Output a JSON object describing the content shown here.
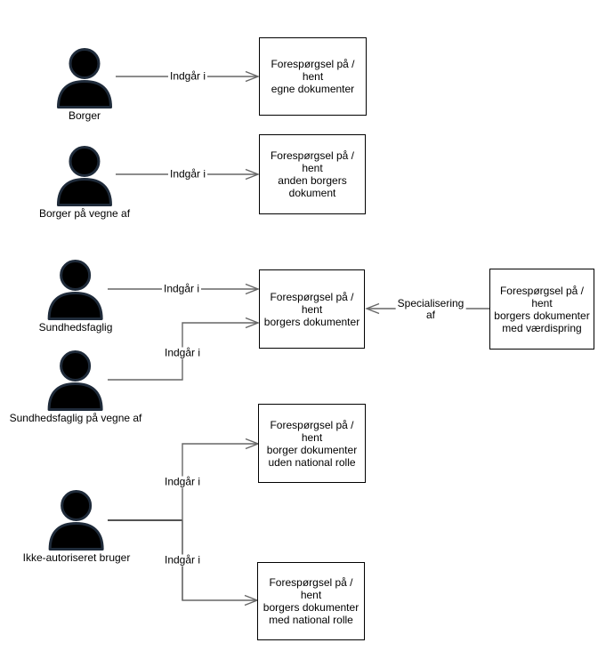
{
  "colors": {
    "background": "#ffffff",
    "connector": "#666666",
    "connector_dark": "#1a1a1a",
    "box_border": "#000000",
    "box_fill": "#ffffff",
    "actor_fill": "#000000",
    "actor_stroke": "#1f2b3a",
    "text": "#000000"
  },
  "actors": [
    {
      "label": "Borger"
    },
    {
      "label": "Borger på vegne af"
    },
    {
      "label": "Sundhedsfaglig"
    },
    {
      "label": "Sundhedsfaglig på vegne af"
    },
    {
      "label": "Ikke-autoriseret bruger"
    }
  ],
  "usecases": [
    {
      "label": "Forespørgsel på  /\nhent\negne dokumenter"
    },
    {
      "label": "Forespørgsel på  /\nhent\nanden borgers\ndokument"
    },
    {
      "label": "Forespørgsel på  /\nhent\nborgers dokumenter"
    },
    {
      "label": "Forespørgsel på /\nhent\nborger dokumenter\nuden national rolle"
    },
    {
      "label": "Forespørgsel på /\nhent\nborgers dokumenter\nmed national rolle"
    },
    {
      "label": "Forespørgsel på /\nhent\nborgers dokumenter\nmed værdispring"
    }
  ],
  "edge_labels": [
    {
      "label": "Indgår i"
    },
    {
      "label": "Indgår i"
    },
    {
      "label": "Indgår i"
    },
    {
      "label": "Indgår i"
    },
    {
      "label": "Specialisering\naf"
    },
    {
      "label": "Indgår i"
    },
    {
      "label": "Indgår i"
    }
  ]
}
